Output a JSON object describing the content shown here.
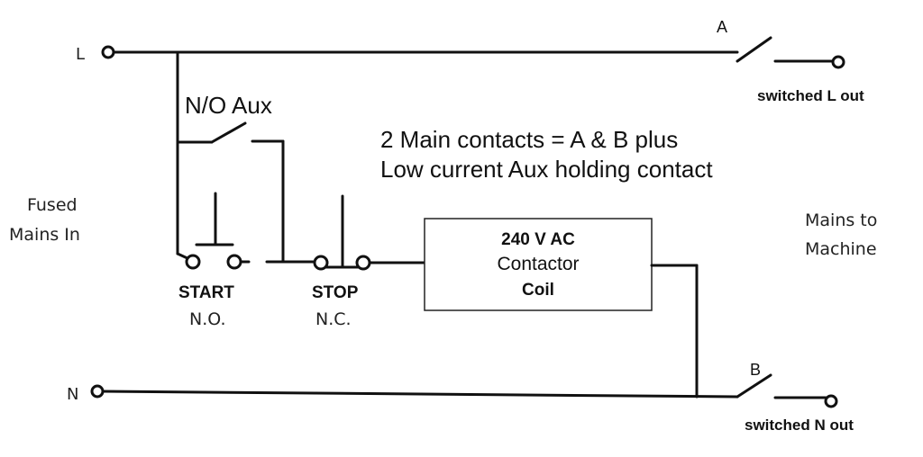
{
  "labels": {
    "L": "L",
    "N": "N",
    "A": "A",
    "B": "B",
    "switched_L_out": "switched L out",
    "switched_N_out": "switched N out",
    "no_aux": "N/O Aux",
    "note_line1": "2 Main contacts = A & B plus",
    "note_line2": "Low current Aux holding contact",
    "fused_line1": "Fused",
    "fused_line2": "Mains In",
    "mains_line1": "Mains to",
    "mains_line2": "Machine",
    "start": "START",
    "start_type": "N.O.",
    "stop": "STOP",
    "stop_type": "N.C.",
    "coil_line1": "240 V AC",
    "coil_line2": "Contactor",
    "coil_line3": "Coil"
  }
}
